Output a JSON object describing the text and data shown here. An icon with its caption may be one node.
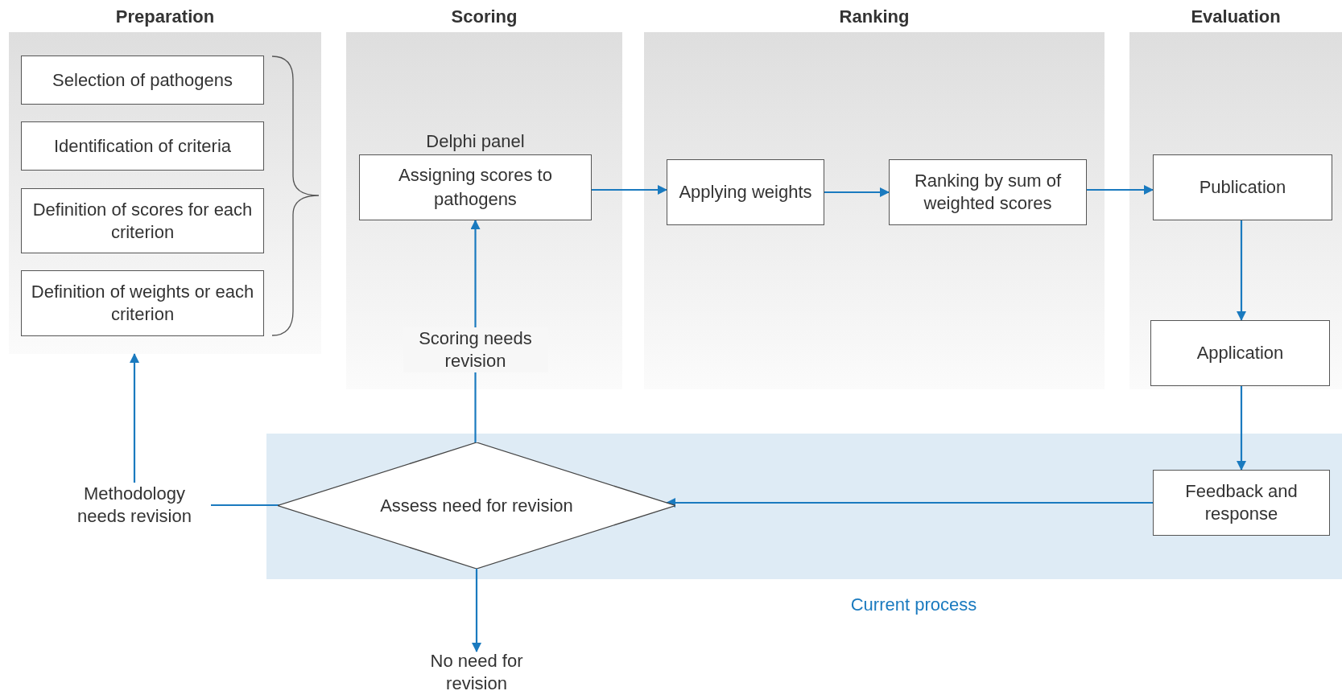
{
  "diagram": {
    "nodes": [
      {
        "text": [
          "Preparation"
        ]
      },
      {
        "text": [
          "Selection of pathogens"
        ],
        "in": 0
      },
      {
        "text": [
          "Identification of criteria"
        ],
        "in": 0
      },
      {
        "text": [
          "Definition of scores for each criterion"
        ],
        "in": 0
      },
      {
        "text": [
          "Definition of weights or each criterion"
        ],
        "in": 0
      },
      {
        "text": [
          "Scoring"
        ]
      },
      {
        "text": [
          "Delphi panel",
          "Assigning scores to pathogens"
        ],
        "in": 5
      },
      {
        "text": [
          "Ranking"
        ]
      },
      {
        "text": [
          "Applying weights"
        ],
        "in": 7
      },
      {
        "text": [
          "Ranking by sum of weighted scores"
        ],
        "in": 7
      },
      {
        "text": [
          "Evaluation"
        ]
      },
      {
        "text": [
          "Publication"
        ],
        "in": 10
      },
      {
        "text": [
          "Application"
        ],
        "in": 10
      },
      {
        "text": [
          "Current process"
        ]
      },
      {
        "text": [
          "Assess need for revision"
        ],
        "in": 13
      },
      {
        "text": [
          "Feedback and response"
        ],
        "in": 13
      },
      {
        "text": [
          "Methodology needs revision"
        ]
      },
      {
        "text": [
          "No need for revision"
        ]
      }
    ],
    "edges": [
      {
        "from": 6,
        "to": 8,
        "arrow": "to"
      },
      {
        "from": 8,
        "to": 9,
        "arrow": "to"
      },
      {
        "from": 9,
        "to": 11,
        "arrow": "to"
      },
      {
        "from": 11,
        "to": 12,
        "arrow": "to"
      },
      {
        "from": 12,
        "to": 15,
        "arrow": "to"
      },
      {
        "from": 15,
        "to": 14,
        "arrow": "to"
      },
      {
        "from": 14,
        "to": 6,
        "arrow": "to",
        "label": "Scoring needs revision"
      },
      {
        "from": 14,
        "to": 16,
        "arrow": "none"
      },
      {
        "from": 16,
        "to": 0,
        "arrow": "to"
      },
      {
        "from": 14,
        "to": 17,
        "arrow": "to"
      }
    ]
  }
}
